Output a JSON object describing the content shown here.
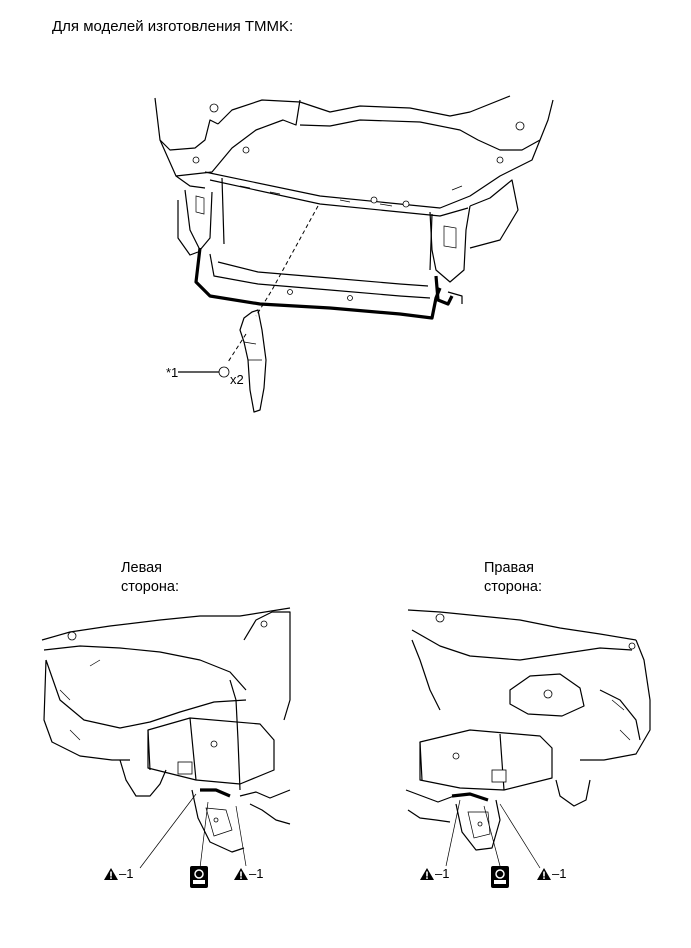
{
  "heading": "Для моделей изготовления TMMK:",
  "top_figure": {
    "callout_label": "*1",
    "quantity_label": "x2"
  },
  "left_view": {
    "label_line1": "Левая",
    "label_line2": "сторона:",
    "callouts": [
      "1",
      "1"
    ]
  },
  "right_view": {
    "label_line1": "Правая",
    "label_line2": "сторона:",
    "callouts": [
      "1",
      "1"
    ]
  },
  "icons": [
    "caution-triangle-icon",
    "sealant-icon"
  ]
}
